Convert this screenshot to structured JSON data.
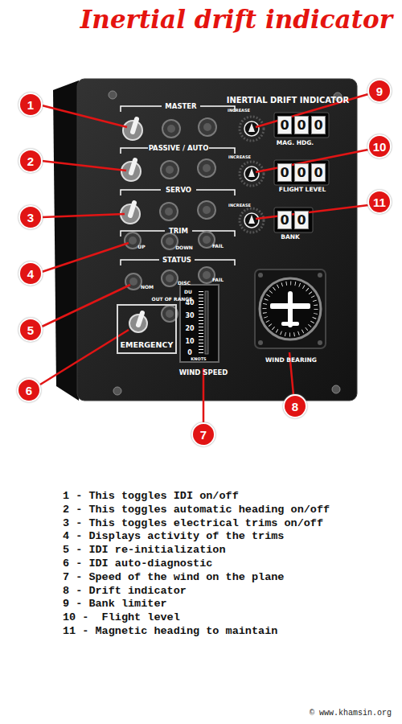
{
  "diagram": {
    "title": "Inertial drift indicator",
    "nodes": [
      {
        "text": [
          "1"
        ]
      },
      {
        "text": [
          "2"
        ]
      },
      {
        "text": [
          "3"
        ]
      },
      {
        "text": [
          "4"
        ]
      },
      {
        "text": [
          "5"
        ]
      },
      {
        "text": [
          "6"
        ]
      },
      {
        "text": [
          "7"
        ]
      },
      {
        "text": [
          "8"
        ]
      },
      {
        "text": [
          "9"
        ]
      },
      {
        "text": [
          "10"
        ]
      },
      {
        "text": [
          "11"
        ]
      },
      {
        "text": [
          "EMERGENCY"
        ]
      },
      {
        "text": [
          "0"
        ]
      },
      {
        "text": [
          "0"
        ]
      },
      {
        "text": [
          "0"
        ]
      },
      {
        "text": [
          "0"
        ]
      },
      {
        "text": [
          "0"
        ]
      },
      {
        "text": [
          "0"
        ]
      },
      {
        "text": [
          "0"
        ]
      },
      {
        "text": [
          "0"
        ]
      }
    ],
    "labels": [
      "MASTER",
      "PASSIVE / AUTO",
      "SERVO",
      "TRIM",
      "UP",
      "DOWN",
      "FAIL",
      "STATUS",
      "NOM",
      "DISC",
      "FAIL",
      "OUT OF RANGE",
      "DU",
      "40",
      "30",
      "20",
      "10",
      "0",
      "KNOTS",
      "WIND SPEED",
      "INERTIAL DRIFT INDICATOR",
      "INCREASE",
      "MAG. HDG.",
      "INCREASE",
      "FLIGHT LEVEL",
      "INCREASE",
      "BANK",
      "WIND BEARING",
      "1 - This toggles IDI on/off",
      "2 - This toggles automatic heading on/off",
      "3 - This toggles electrical trims on/off",
      "4 - Displays activity of the trims",
      "5 - IDI re-initialization",
      "6 - IDI auto-diagnostic",
      "7 - Speed of the wind on the plane",
      "8 - Drift indicator",
      "9 - Bank limiter",
      "10 -  Flight level",
      "11 - Magnetic heading to maintain",
      "© www.khamsin.org"
    ]
  }
}
